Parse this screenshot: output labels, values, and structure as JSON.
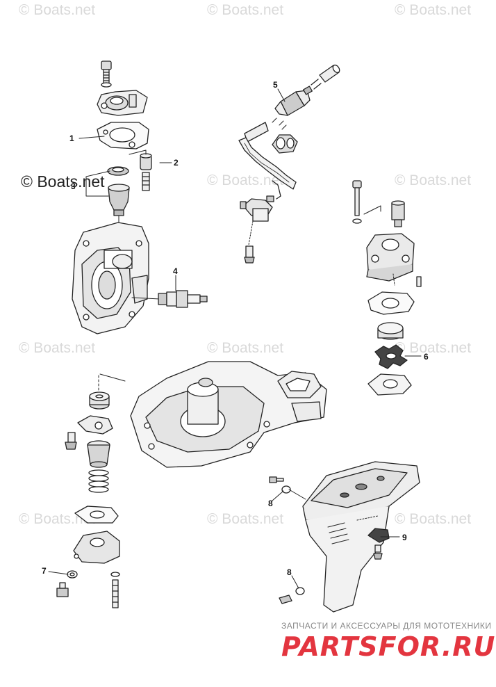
{
  "watermark": {
    "text": "© Boats.net"
  },
  "callouts": [
    "1",
    "2",
    "3",
    "4",
    "5",
    "6",
    "7",
    "8",
    "8",
    "9"
  ],
  "brand": {
    "tagline": "ЗАПЧАСТИ И АКСЕССУАРЫ ДЛЯ МОТОТЕХНИКИ",
    "logo": "PARTSFOR.RU",
    "logo_color": "#e3353f"
  }
}
